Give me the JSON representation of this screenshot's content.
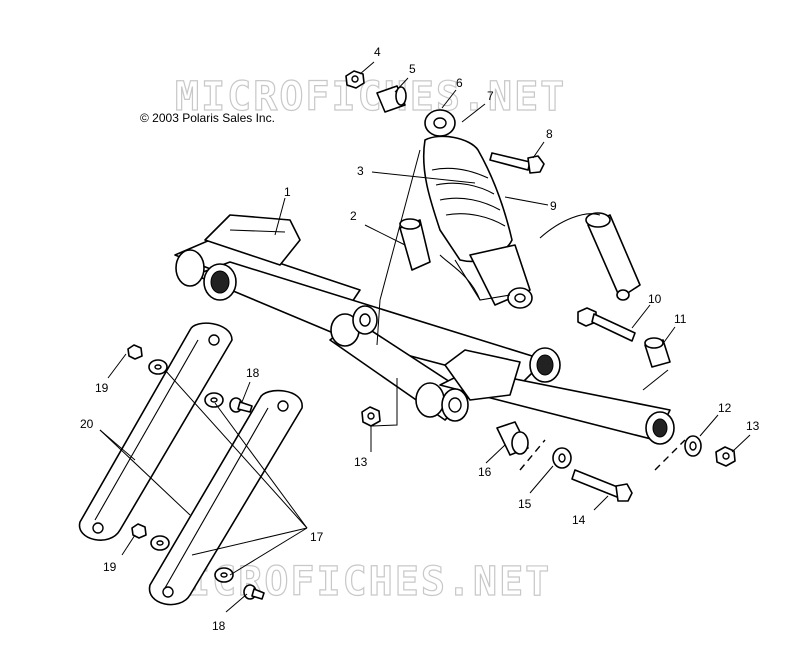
{
  "copyright": "© 2003 Polaris Sales Inc.",
  "watermark": [
    "MICROFICHES.NET",
    "MICROFICHES.NET"
  ],
  "callouts": [
    {
      "id": "c1",
      "label": "1"
    },
    {
      "id": "c2",
      "label": "2"
    },
    {
      "id": "c3",
      "label": "3"
    },
    {
      "id": "c4",
      "label": "4"
    },
    {
      "id": "c5",
      "label": "5"
    },
    {
      "id": "c6",
      "label": "6"
    },
    {
      "id": "c7",
      "label": "7"
    },
    {
      "id": "c8",
      "label": "8"
    },
    {
      "id": "c9",
      "label": "9"
    },
    {
      "id": "c10",
      "label": "10"
    },
    {
      "id": "c11",
      "label": "11"
    },
    {
      "id": "c12",
      "label": "12"
    },
    {
      "id": "c13a",
      "label": "13"
    },
    {
      "id": "c13b",
      "label": "13"
    },
    {
      "id": "c14",
      "label": "14"
    },
    {
      "id": "c15",
      "label": "15"
    },
    {
      "id": "c16",
      "label": "16"
    },
    {
      "id": "c17",
      "label": "17"
    },
    {
      "id": "c18a",
      "label": "18"
    },
    {
      "id": "c18b",
      "label": "18"
    },
    {
      "id": "c19a",
      "label": "19"
    },
    {
      "id": "c19b",
      "label": "19"
    },
    {
      "id": "c20",
      "label": "20"
    }
  ]
}
